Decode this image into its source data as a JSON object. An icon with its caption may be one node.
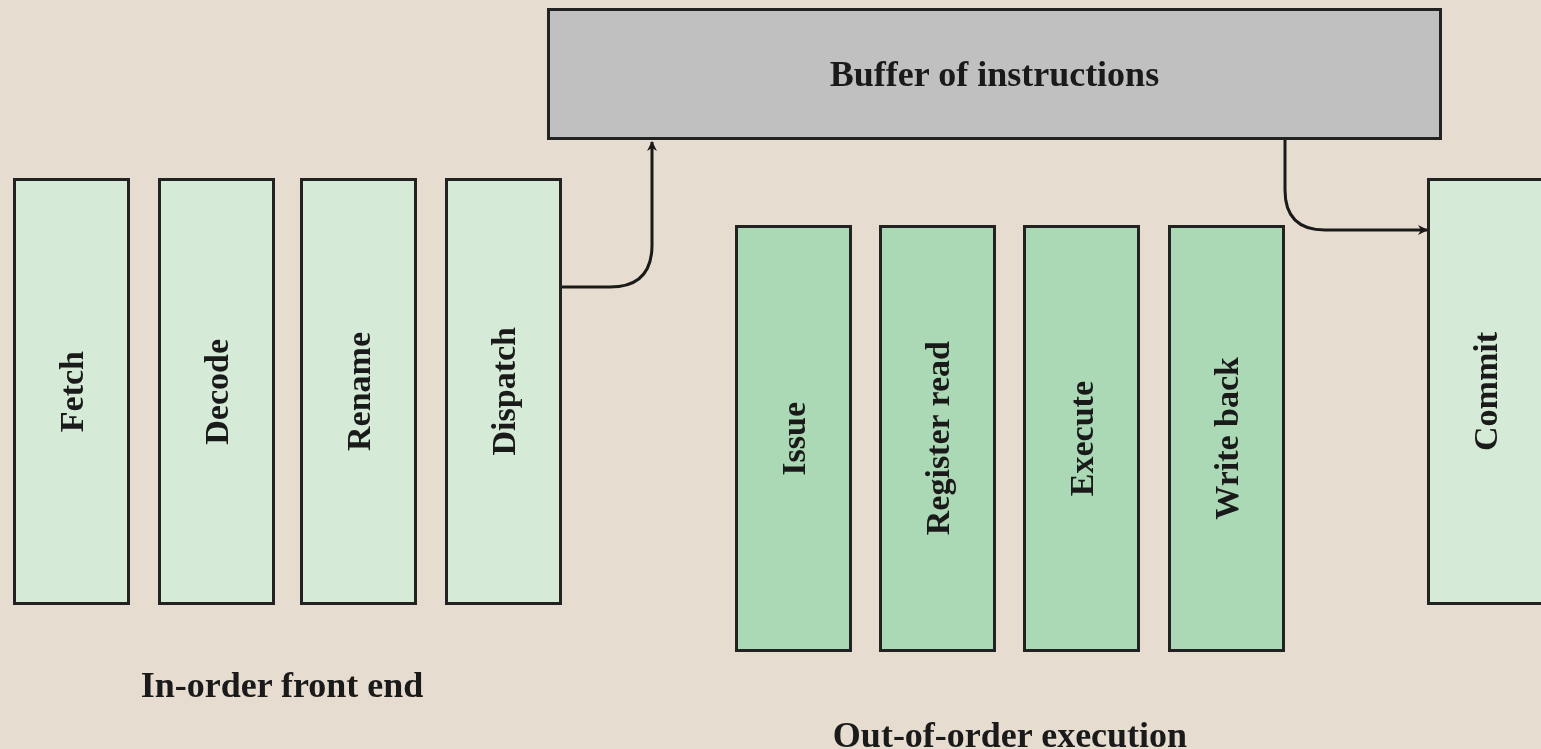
{
  "diagram": {
    "nodes": [
      {
        "text": [
          "Buffer of instructions"
        ]
      },
      {
        "text": [
          "Fetch"
        ]
      },
      {
        "text": [
          "Decode"
        ]
      },
      {
        "text": [
          "Rename"
        ]
      },
      {
        "text": [
          "Dispatch"
        ]
      },
      {
        "text": [
          "Issue"
        ]
      },
      {
        "text": [
          "Register read"
        ]
      },
      {
        "text": [
          "Execute"
        ]
      },
      {
        "text": [
          "Write back"
        ]
      },
      {
        "text": [
          "Commit"
        ]
      }
    ],
    "edges": [
      {
        "from": 4,
        "to": 0,
        "arrow": "to"
      },
      {
        "from": 0,
        "to": 9,
        "arrow": "to"
      }
    ],
    "labels": [
      "In-order front end",
      "Out-of-order execution"
    ]
  }
}
